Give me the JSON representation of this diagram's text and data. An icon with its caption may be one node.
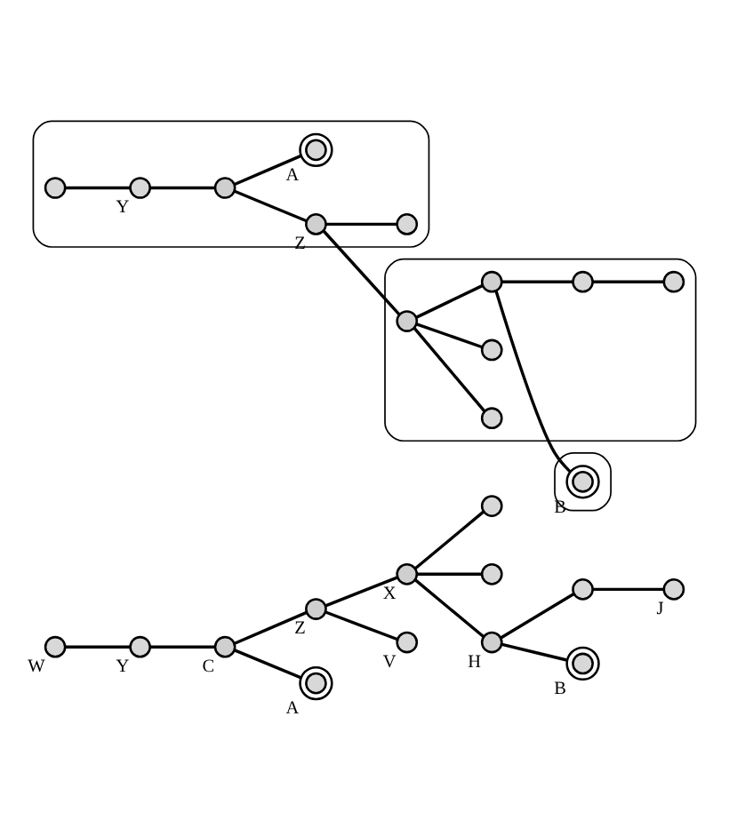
{
  "diagram": {
    "nodes": [
      {
        "text": [],
        "shape": "circle",
        "beside": [
          "W"
        ]
      },
      {
        "text": [],
        "shape": "circle",
        "beside": [
          "Y"
        ]
      },
      {
        "text": [],
        "shape": "circle",
        "beside": [
          "C"
        ]
      },
      {
        "text": [],
        "shape": "circle",
        "beside": [
          "Z"
        ]
      },
      {
        "text": [],
        "shape": "circle",
        "beside": [
          "X"
        ]
      },
      {
        "text": [],
        "shape": "circle"
      },
      {
        "text": [],
        "shape": "circle"
      },
      {
        "text": [],
        "shape": "circle",
        "beside": [
          "A"
        ]
      },
      {
        "text": [],
        "shape": "circle",
        "beside": [
          "V"
        ]
      },
      {
        "text": [],
        "shape": "circle",
        "beside": [
          "H"
        ]
      },
      {
        "text": [],
        "shape": "circle"
      },
      {
        "text": [],
        "shape": "circle",
        "beside": [
          "J"
        ]
      },
      {
        "text": [],
        "shape": "circle",
        "beside": [
          "B"
        ]
      },
      {
        "text": [],
        "shape": "ellipse"
      },
      {
        "text": [],
        "shape": "circle",
        "in": 13
      },
      {
        "text": [],
        "shape": "circle",
        "beside": [
          "Y"
        ],
        "in": 13
      },
      {
        "text": [],
        "shape": "circle",
        "in": 13
      },
      {
        "text": [],
        "shape": "circle",
        "beside": [
          "Z"
        ],
        "in": 13
      },
      {
        "text": [],
        "shape": "circle",
        "beside": [
          "A"
        ],
        "in": 13
      },
      {
        "text": [],
        "shape": "circle",
        "in": 13
      },
      {
        "text": [],
        "shape": "ellipse"
      },
      {
        "text": [],
        "shape": "circle",
        "in": 20
      },
      {
        "text": [],
        "shape": "circle",
        "in": 20
      },
      {
        "text": [],
        "shape": "circle",
        "in": 20
      },
      {
        "text": [],
        "shape": "circle",
        "in": 20
      },
      {
        "text": [],
        "shape": "circle",
        "in": 20
      },
      {
        "text": [],
        "shape": "circle",
        "in": 20
      },
      {
        "text": [],
        "shape": "ellipse"
      },
      {
        "text": [],
        "shape": "circle",
        "beside": [
          "B"
        ],
        "in": 27
      }
    ],
    "edges": [
      {
        "from": 0,
        "to": 1,
        "arrow": "none"
      },
      {
        "from": 1,
        "to": 2,
        "arrow": "none"
      },
      {
        "from": 2,
        "to": 7,
        "arrow": "none"
      },
      {
        "from": 2,
        "to": 3,
        "arrow": "none"
      },
      {
        "from": 3,
        "to": 8,
        "arrow": "none"
      },
      {
        "from": 3,
        "to": 4,
        "arrow": "none"
      },
      {
        "from": 4,
        "to": 5,
        "arrow": "none"
      },
      {
        "from": 4,
        "to": 6,
        "arrow": "none"
      },
      {
        "from": 4,
        "to": 9,
        "arrow": "none"
      },
      {
        "from": 9,
        "to": 10,
        "arrow": "none"
      },
      {
        "from": 10,
        "to": 11,
        "arrow": "none"
      },
      {
        "from": 9,
        "to": 12,
        "arrow": "none"
      },
      {
        "from": 14,
        "to": 15,
        "arrow": "none"
      },
      {
        "from": 15,
        "to": 16,
        "arrow": "none"
      },
      {
        "from": 16,
        "to": 18,
        "arrow": "none"
      },
      {
        "from": 16,
        "to": 17,
        "arrow": "none"
      },
      {
        "from": 17,
        "to": 19,
        "arrow": "none"
      },
      {
        "from": 17,
        "to": 21,
        "arrow": "none"
      },
      {
        "from": 21,
        "to": 22,
        "arrow": "none"
      },
      {
        "from": 21,
        "to": 23,
        "arrow": "none"
      },
      {
        "from": 21,
        "to": 24,
        "arrow": "none"
      },
      {
        "from": 24,
        "to": 25,
        "arrow": "none"
      },
      {
        "from": 25,
        "to": 26,
        "arrow": "none"
      },
      {
        "from": 24,
        "to": 28,
        "arrow": "none"
      }
    ]
  }
}
